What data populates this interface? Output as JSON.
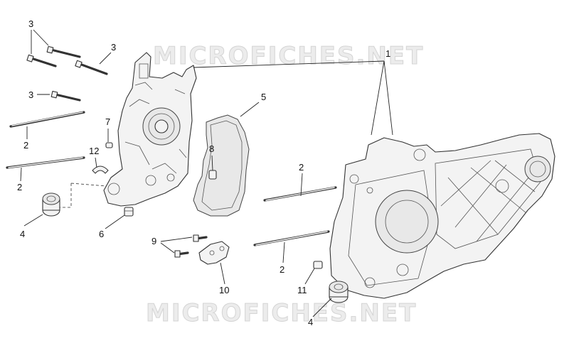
{
  "watermark": {
    "top": "MICROFICHES.NET",
    "bottom": "MICROFICHES.NET"
  },
  "callouts": {
    "c1": "1",
    "c2a": "2",
    "c2b": "2",
    "c2c": "2",
    "c2d": "2",
    "c3a": "3",
    "c3b": "3",
    "c3c": "3",
    "c4a": "4",
    "c4b": "4",
    "c5": "5",
    "c6": "6",
    "c7": "7",
    "c8": "8",
    "c9": "9",
    "c10": "10",
    "c11": "11",
    "c12": "12"
  },
  "colors": {
    "line": "#333333",
    "fill": "#f3f3f3",
    "watermark": "#d4d4d4"
  }
}
